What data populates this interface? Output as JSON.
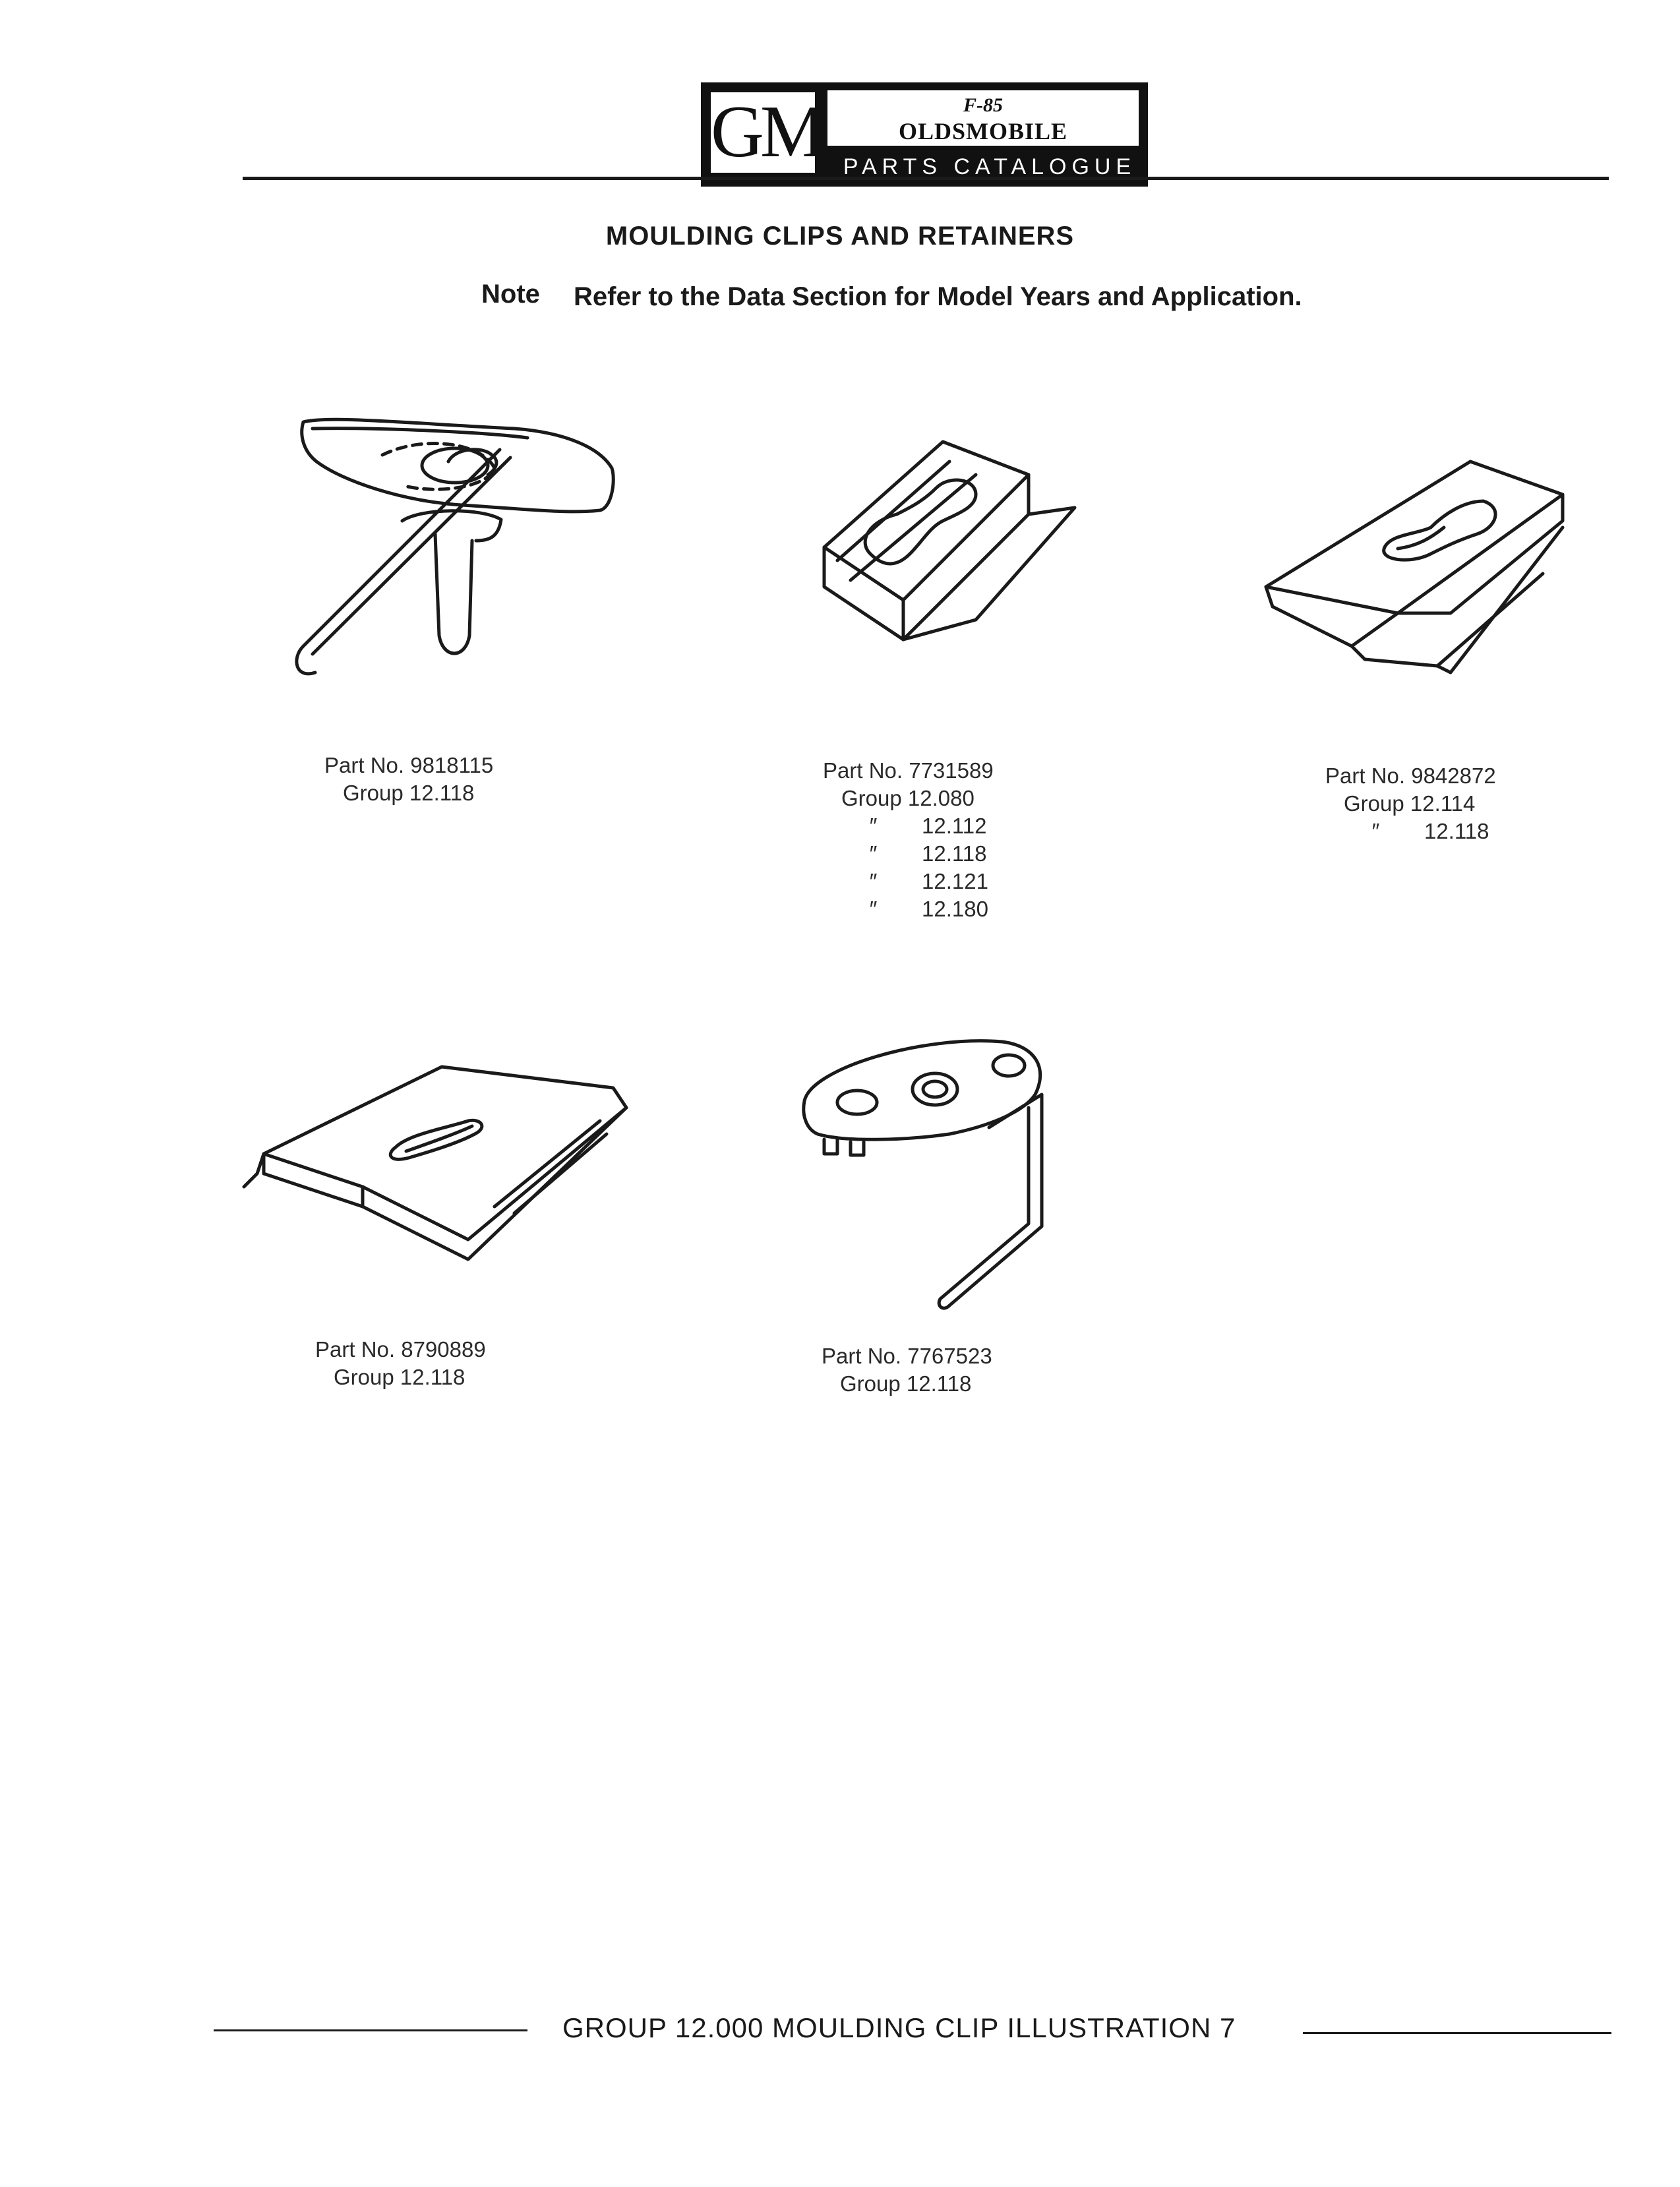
{
  "header": {
    "logo_gm": "GM",
    "logo_badge": "F-85",
    "logo_make": "OLDSMOBILE",
    "logo_catalogue": "PARTS CATALOGUE"
  },
  "title": "MOULDING CLIPS AND RETAINERS",
  "note": {
    "label": "Note",
    "text": "Refer to the Data Section for Model Years and Application."
  },
  "parts": [
    {
      "part_label": "Part No.",
      "part_no": "9818115",
      "group_label": "Group",
      "groups": [
        "12.118"
      ]
    },
    {
      "part_label": "Part No.",
      "part_no": "7731589",
      "group_label": "Group",
      "groups": [
        "12.080",
        "12.112",
        "12.118",
        "12.121",
        "12.180"
      ]
    },
    {
      "part_label": "Part No.",
      "part_no": "9842872",
      "group_label": "Group",
      "groups": [
        "12.114",
        "12.118"
      ]
    },
    {
      "part_label": "Part No.",
      "part_no": "8790889",
      "group_label": "Group",
      "groups": [
        "12.118"
      ]
    },
    {
      "part_label": "Part No.",
      "part_no": "7767523",
      "group_label": "Group",
      "groups": [
        "12.118"
      ]
    }
  ],
  "ditto_mark": "″",
  "footer": "GROUP  12.000  MOULDING  CLIP  ILLUSTRATION  7"
}
